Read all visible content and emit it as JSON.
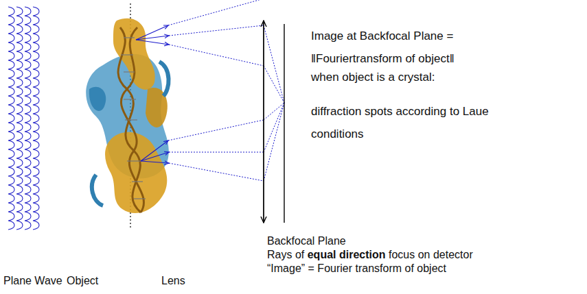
{
  "diagram": {
    "labels": [
      "Image at Backfocal Plane = ‖Fouriertransform of object‖",
      "when object is a crystal:",
      "diffraction spots according to Laue conditions",
      "Plane Wave",
      "Object",
      "Lens",
      "Backfocal Plane",
      "Rays of",
      "equal direction",
      "focus on detector",
      "“Image” = Fourier transform of object"
    ]
  }
}
